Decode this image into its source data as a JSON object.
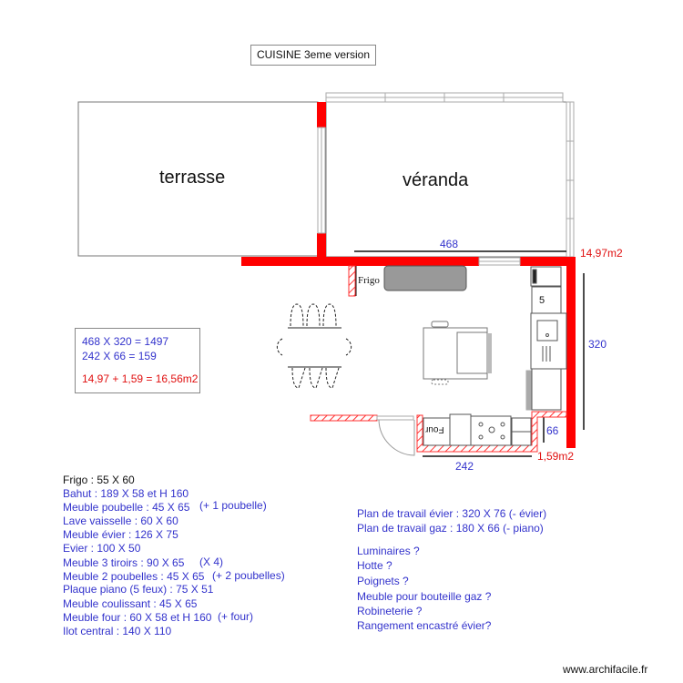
{
  "title": "CUISINE 3eme version",
  "rooms": {
    "terrasse": "terrasse",
    "veranda": "véranda"
  },
  "dimensions": {
    "top_width": "468",
    "right_height": "320",
    "area_main": "14,97m2",
    "small_depth": "66",
    "small_width": "242",
    "area_small": "1,59m2"
  },
  "plan_labels": {
    "frigo": "Frigo",
    "four": "Four",
    "hob_count": "5"
  },
  "calculation": {
    "line1": "468 X 320 = 1497",
    "line2": "242 X 66 = 159",
    "total": "14,97 + 1,59 = 16,56m2"
  },
  "furniture_list": [
    {
      "text": "Frigo : 55 X 60",
      "note": ""
    },
    {
      "text": "Bahut : 189 X 58 et H 160",
      "note": ""
    },
    {
      "text": "Meuble poubelle : 45 X 65",
      "note": "(+ 1 poubelle)"
    },
    {
      "text": "Lave vaisselle : 60 X 60",
      "note": ""
    },
    {
      "text": "Meuble évier : 126 X 75",
      "note": ""
    },
    {
      "text": "Evier : 100 X 50",
      "note": ""
    },
    {
      "text": "Meuble 3 tiroirs : 90 X 65",
      "note": "(X 4)"
    },
    {
      "text": "Meuble 2 poubelles : 45 X 65",
      "note": "(+ 2 poubelles)"
    },
    {
      "text": "Plaque piano (5 feux) : 75 X 51",
      "note": ""
    },
    {
      "text": "Meuble coulissant : 45 X 65",
      "note": ""
    },
    {
      "text": "Meuble four : 60 X 58 et H 160",
      "note": "(+ four)"
    },
    {
      "text": "Ilot central : 140 X 110",
      "note": ""
    }
  ],
  "worktops": [
    "Plan de travail évier : 320 X 76 (- évier)",
    "Plan de travail gaz : 180 X 66 (- piano)"
  ],
  "questions": [
    "Luminaires ?",
    "Hotte ?",
    "Poignets ?",
    "Meuble pour bouteille gaz ?",
    "Robineterie ?",
    "Rangement encastré évier?"
  ],
  "watermark": "www.archifacile.fr",
  "colors": {
    "wall": "#ff0000",
    "list_text": "#3333cc",
    "area_text": "#e01010"
  }
}
